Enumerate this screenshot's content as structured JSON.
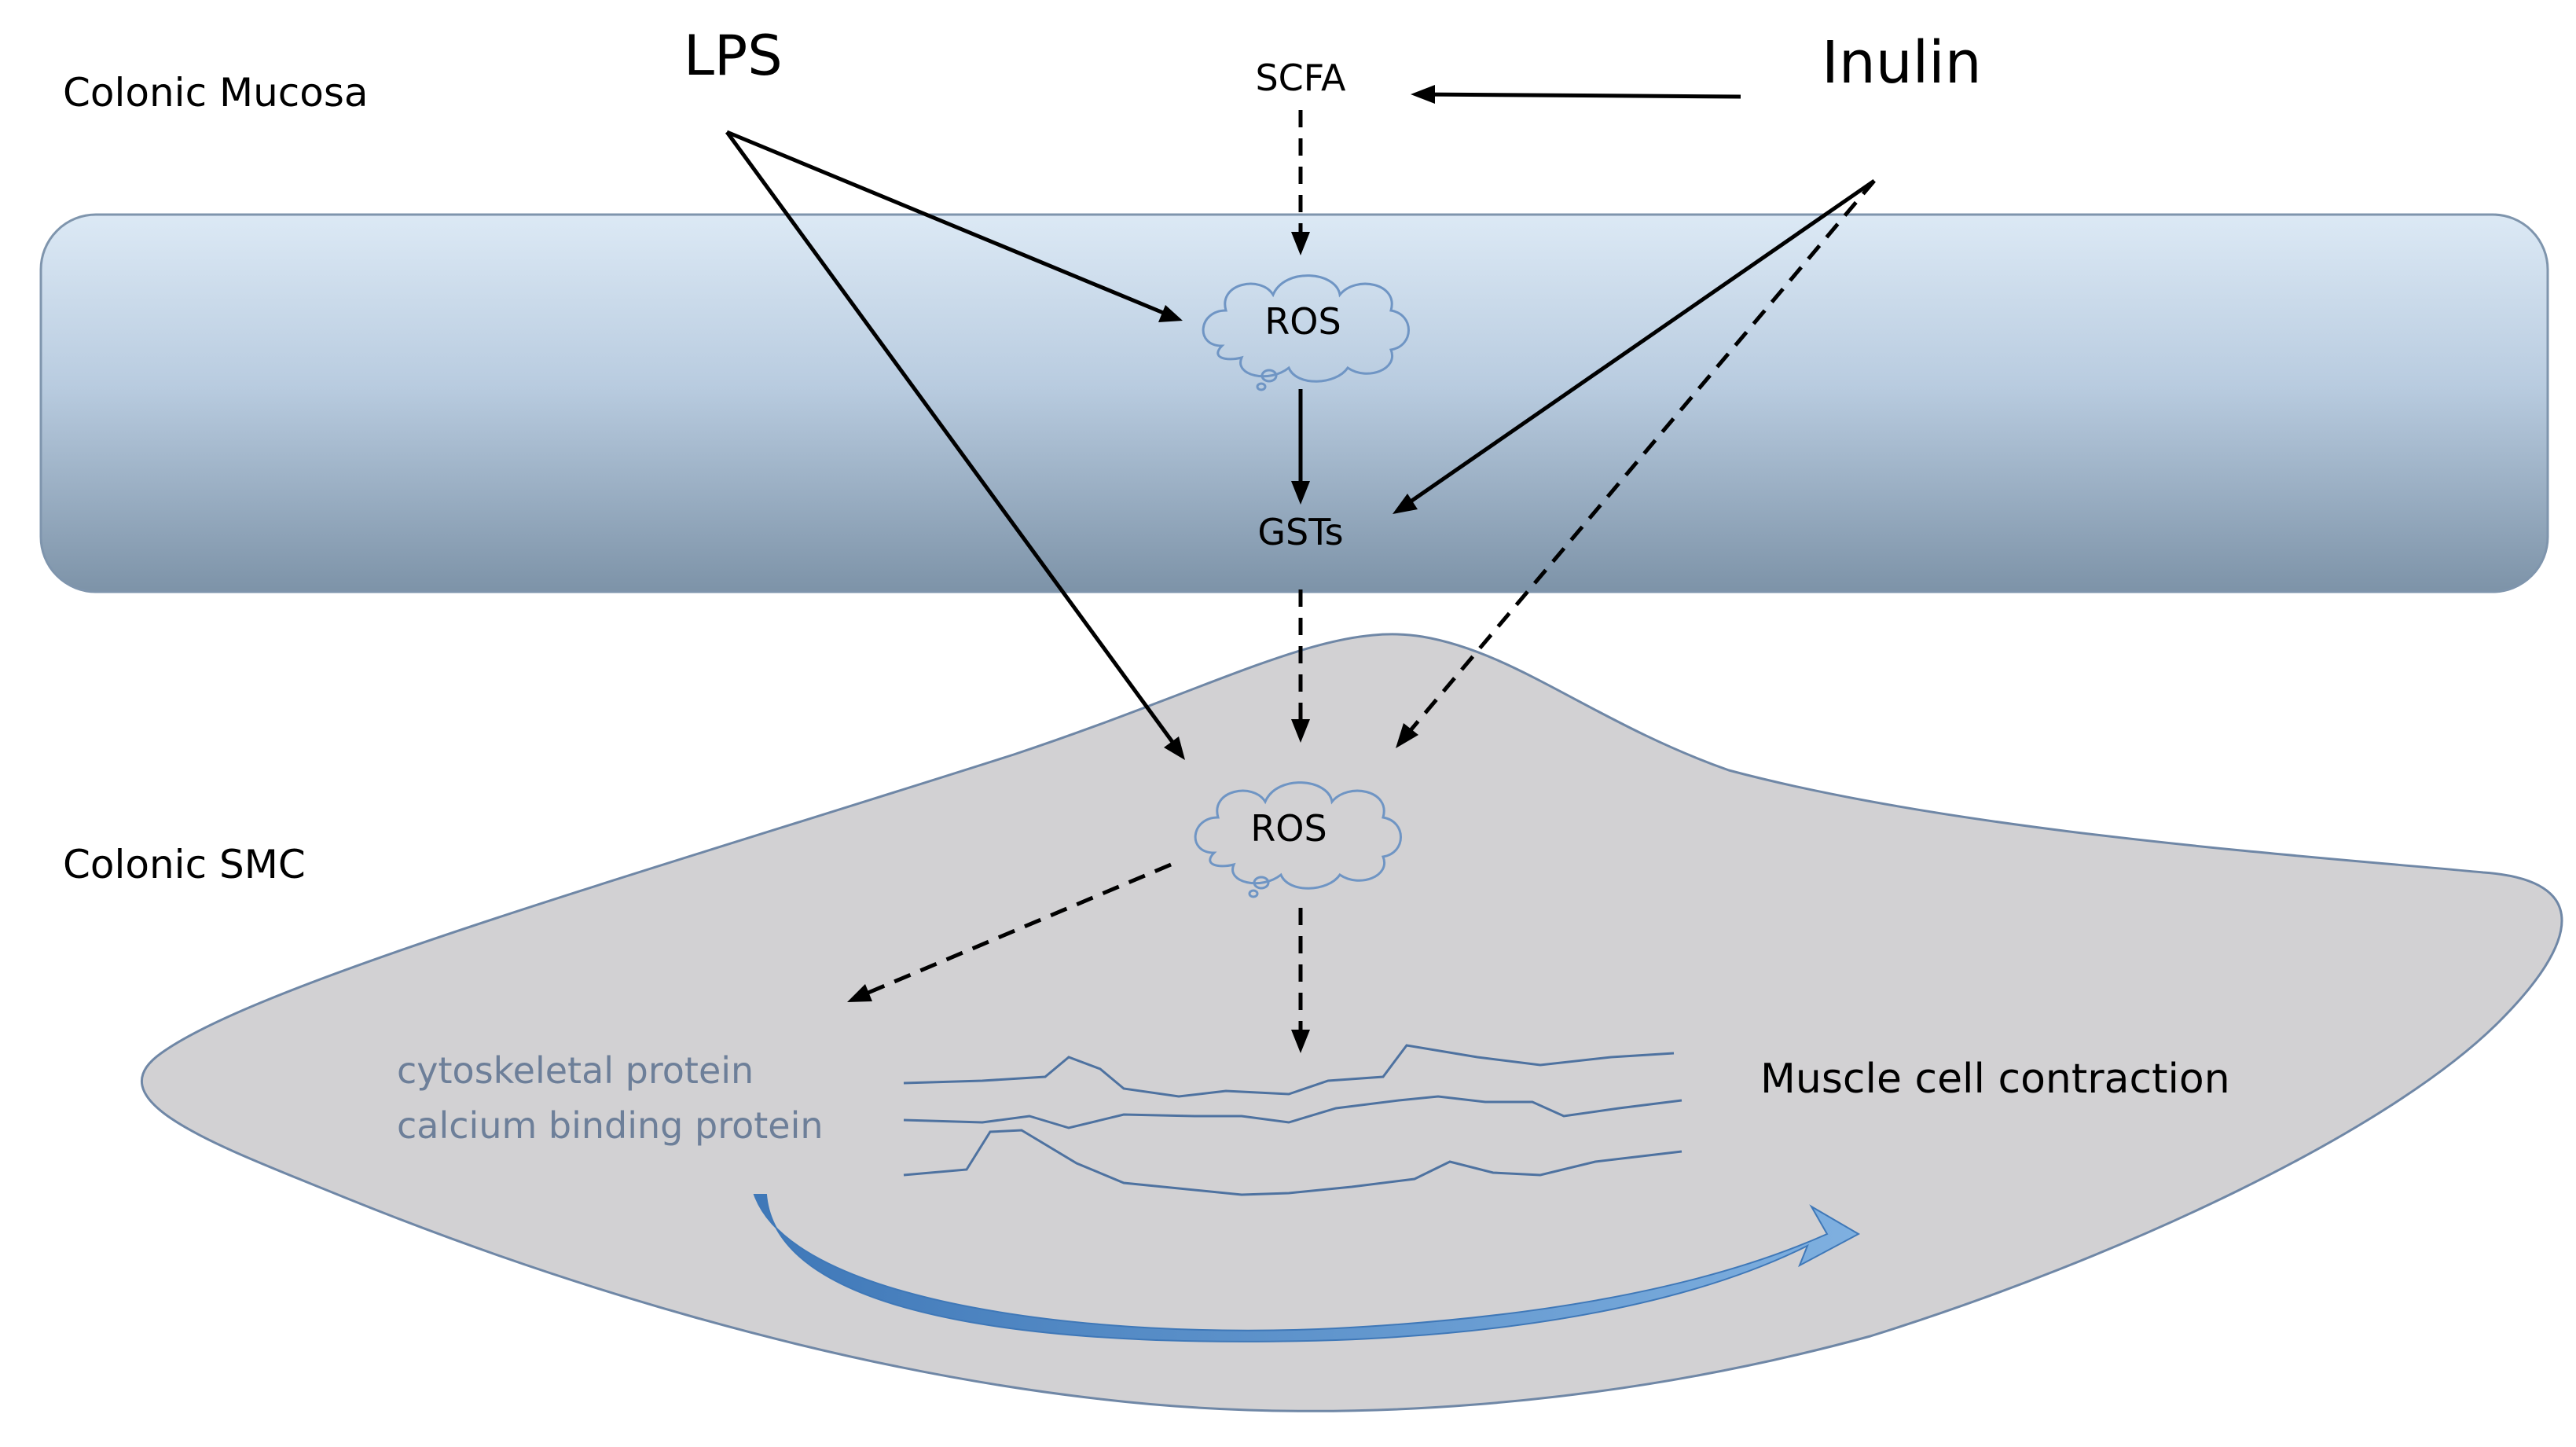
{
  "labels": {
    "colonic_mucosa": "Colonic Mucosa",
    "colonic_smc": "Colonic SMC",
    "lps": "LPS",
    "inulin": "Inulin",
    "scfa": "SCFA",
    "ros_mucosa": "ROS",
    "gsts": "GSTs",
    "ros_smc": "ROS",
    "cytoskeletal_protein": "cytoskeletal protein",
    "calcium_binding_protein": "calcium binding protein",
    "muscle_cell_contraction": "Muscle cell contraction"
  },
  "colors": {
    "mucosa_top": "#dce9f5",
    "mucosa_bottom": "#7d93a8",
    "mucosa_stroke": "#7f95ad",
    "smc_fill": "#d2d1d3",
    "smc_stroke": "#6f87a6",
    "cloud_stroke": "#6f95c4",
    "fiber_stroke": "#4e72a0",
    "protein_text": "#6d7f99",
    "contraction_arrow": "#4f86c3",
    "arrow": "#000000"
  }
}
